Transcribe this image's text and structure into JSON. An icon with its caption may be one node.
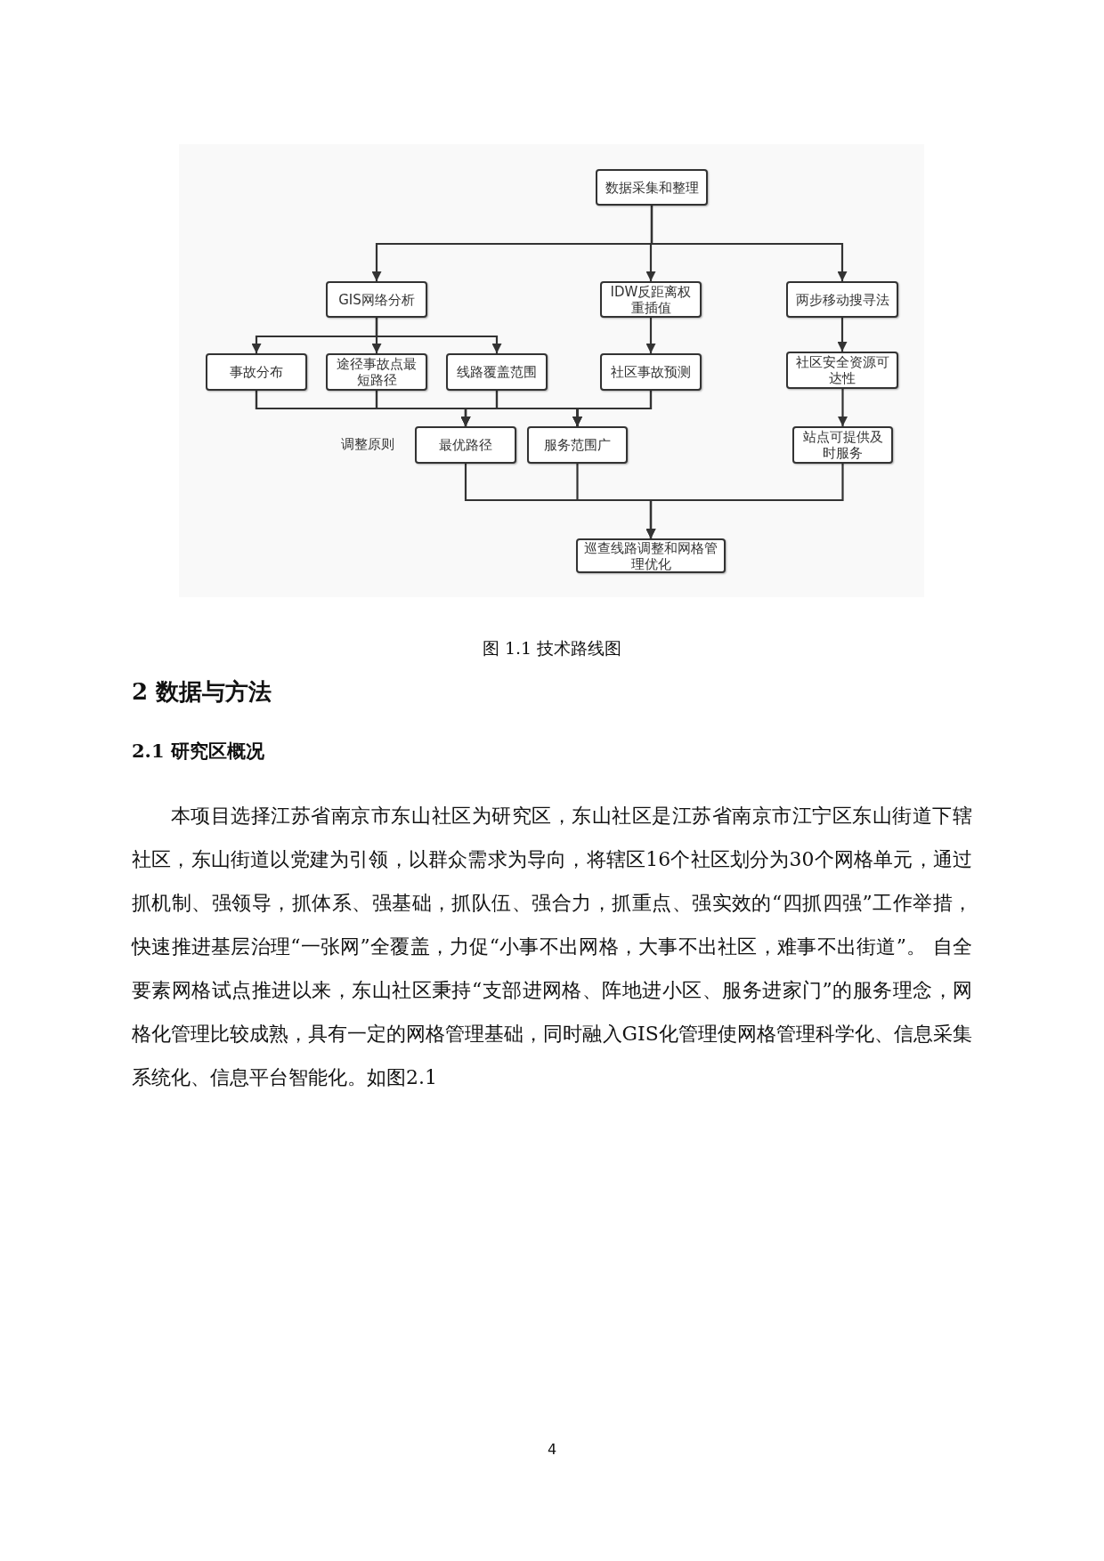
{
  "diagram": {
    "caption": "图 1.1 技术路线图",
    "nodes": [
      {
        "text": [
          "数据采集和整理"
        ]
      },
      {
        "text": [
          "GIS网络分析"
        ]
      },
      {
        "text": [
          "IDW反距离权重插值"
        ]
      },
      {
        "text": [
          "两步移动搜寻法"
        ]
      },
      {
        "text": [
          "事故分布"
        ]
      },
      {
        "text": [
          "途径事故点最短路径"
        ]
      },
      {
        "text": [
          "线路覆盖范围"
        ]
      },
      {
        "text": [
          "社区事故预测"
        ]
      },
      {
        "text": [
          "社区安全资源可达性"
        ]
      },
      {
        "text": [
          "最优路径"
        ]
      },
      {
        "text": [
          "服务范围广"
        ]
      },
      {
        "text": [
          "站点可提供及时服务"
        ]
      },
      {
        "text": [
          "巡查线路调整和网格管理优化"
        ]
      }
    ],
    "edges": [
      {
        "from": 0,
        "to": 1,
        "arrow": "to"
      },
      {
        "from": 0,
        "to": 2,
        "arrow": "to"
      },
      {
        "from": 0,
        "to": 3,
        "arrow": "to"
      },
      {
        "from": 1,
        "to": 4,
        "arrow": "to"
      },
      {
        "from": 1,
        "to": 5,
        "arrow": "to"
      },
      {
        "from": 1,
        "to": 6,
        "arrow": "to"
      },
      {
        "from": 2,
        "to": 7,
        "arrow": "to"
      },
      {
        "from": 3,
        "to": 8,
        "arrow": "to"
      },
      {
        "from": 4,
        "to": 9,
        "arrow": "to"
      },
      {
        "from": 5,
        "to": 9,
        "arrow": "to"
      },
      {
        "from": 6,
        "to": 9,
        "arrow": "to"
      },
      {
        "from": 7,
        "to": 9,
        "arrow": "to"
      },
      {
        "from": 4,
        "to": 10,
        "arrow": "to"
      },
      {
        "from": 5,
        "to": 10,
        "arrow": "to"
      },
      {
        "from": 6,
        "to": 10,
        "arrow": "to"
      },
      {
        "from": 7,
        "to": 10,
        "arrow": "to"
      },
      {
        "from": 8,
        "to": 11,
        "arrow": "to"
      },
      {
        "from": 9,
        "to": 12,
        "arrow": "to"
      },
      {
        "from": 10,
        "to": 12,
        "arrow": "to"
      },
      {
        "from": 11,
        "to": 12,
        "arrow": "to"
      }
    ],
    "labels": [
      "调整原则",
      "2 数据与方法",
      "2.1 研究区概况",
      "本项目选择江苏省南京市东山社区为研究区，东山社区是江苏省南京市江宁区东山街道下辖社区，东山街道以党建为引领，以群众需求为导向，将辖区16个社区划分为30个网格单元，通过抓机制、强领导，抓体系、强基础，抓队伍、强合力，抓重点、强实效的“四抓四强”工作举措，快速推进基层治理“一张网”全覆盖，力促“小事不出网格，大事不出社区，难事不出街道”。 自全要素网格试点推进以来，东山社区秉持“支部进网格、阵地进小区、服务进家门”的服务理念，网格化管理比较成熟，具有一定的网格管理基础，同时融入GIS化管理使网格管理科学化、信息采集系统化、信息平台智能化。如图2.1",
      "4"
    ]
  }
}
